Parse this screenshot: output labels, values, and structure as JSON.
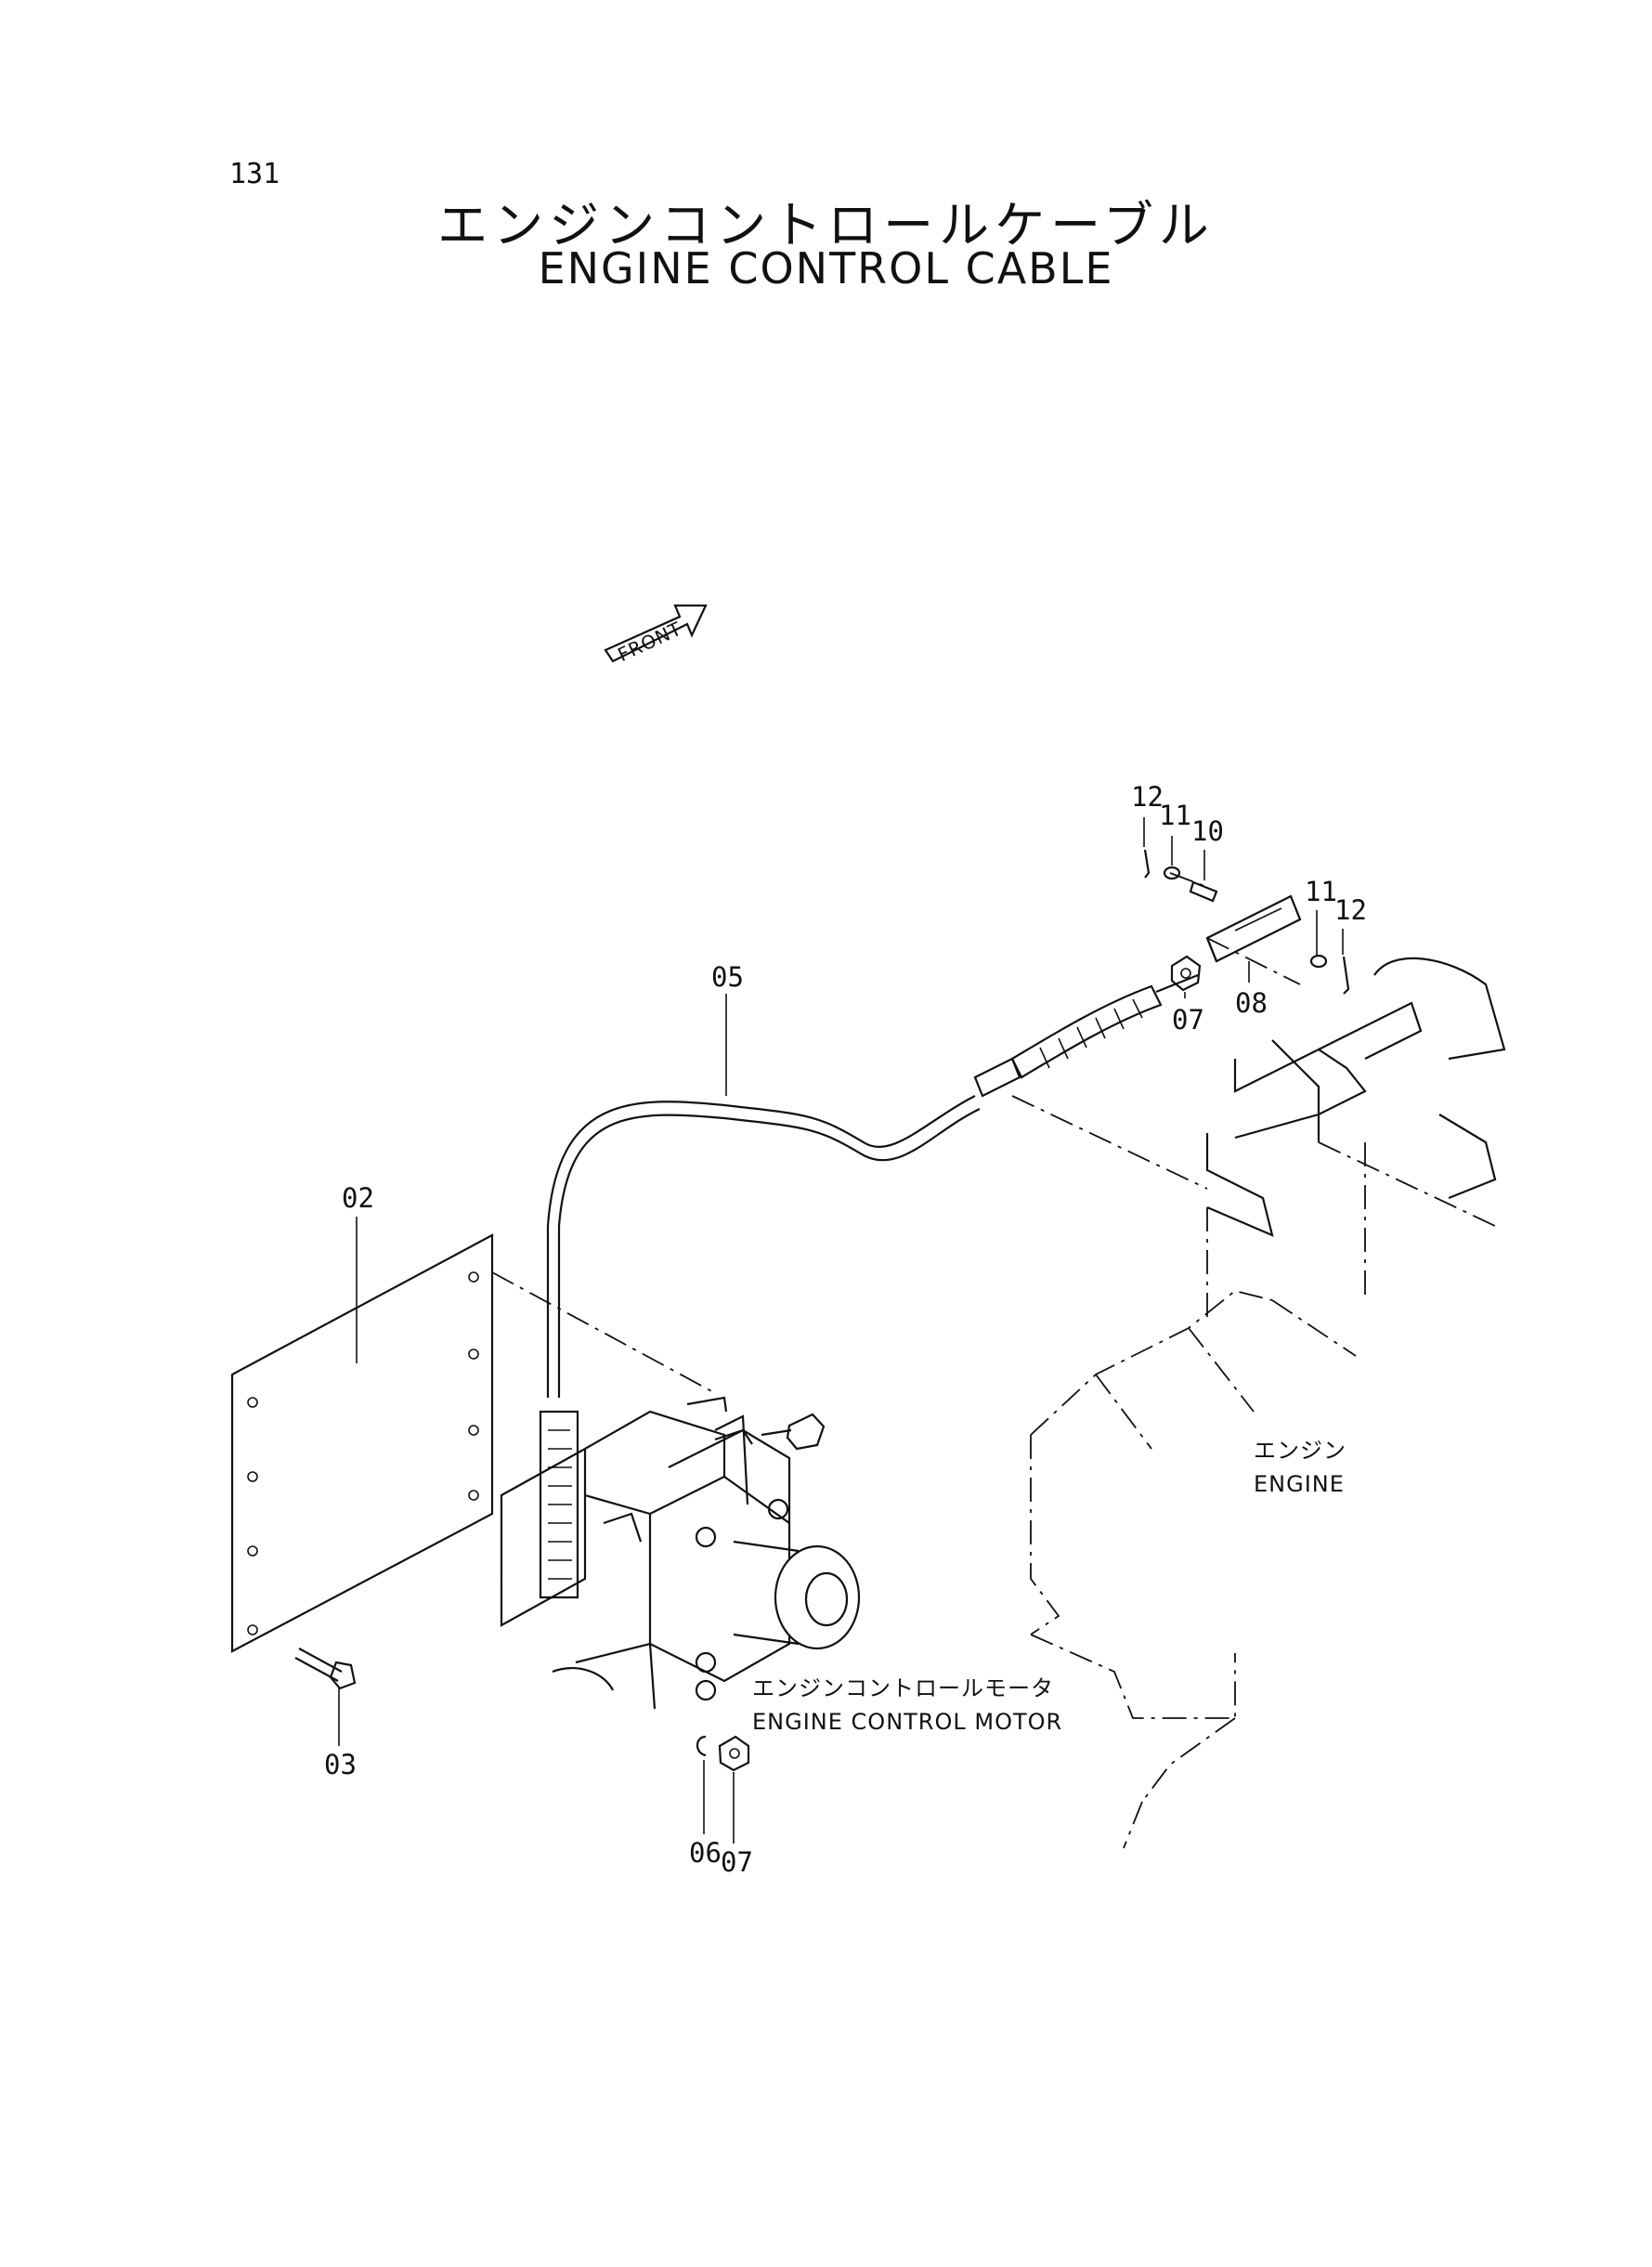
{
  "header": {
    "page_number": "131",
    "title_jp": "エンジンコントロールケーブル",
    "title_en": "ENGINE CONTROL CABLE"
  },
  "orientation": {
    "front_label": "FRONT",
    "icon": "front-arrow-icon"
  },
  "part_callouts": [
    {
      "id": "p12a",
      "label": "12"
    },
    {
      "id": "p11a",
      "label": "11"
    },
    {
      "id": "p10",
      "label": "10"
    },
    {
      "id": "p11b",
      "label": "11"
    },
    {
      "id": "p12b",
      "label": "12"
    },
    {
      "id": "p07a",
      "label": "07"
    },
    {
      "id": "p08",
      "label": "08"
    },
    {
      "id": "p05",
      "label": "05"
    },
    {
      "id": "p02",
      "label": "02"
    },
    {
      "id": "p03",
      "label": "03"
    },
    {
      "id": "p06",
      "label": "06"
    },
    {
      "id": "p07b",
      "label": "07"
    }
  ],
  "labels": {
    "engine_jp": "エンジン",
    "engine_en": "ENGINE",
    "motor_jp": "エンジンコントロールモータ",
    "motor_en": "ENGINE CONTROL MOTOR"
  }
}
